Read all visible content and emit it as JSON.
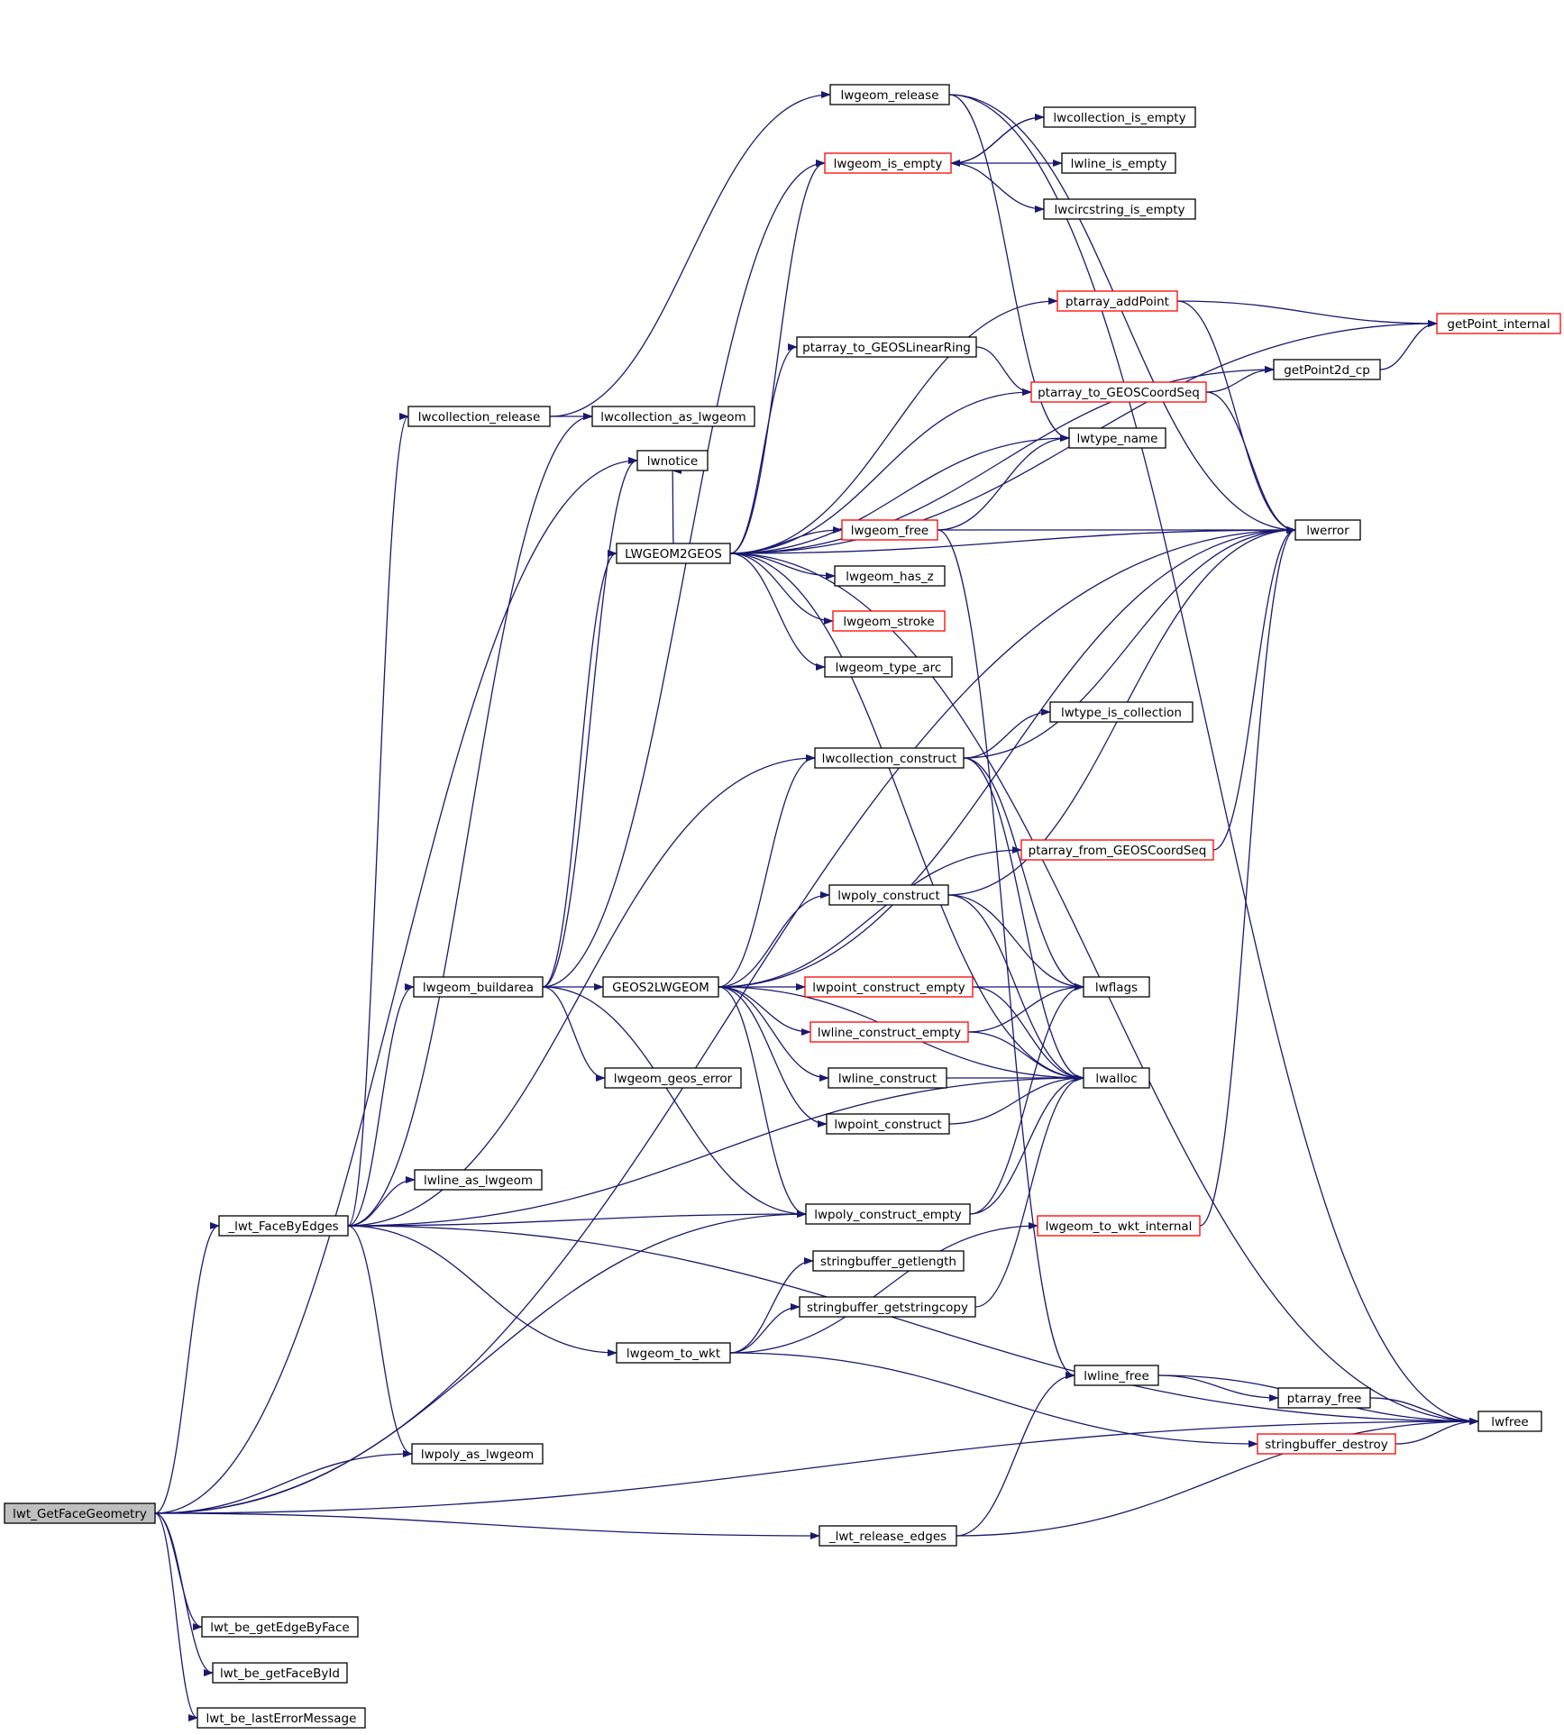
{
  "graph": {
    "type": "call-graph",
    "colors": {
      "edge": "#191970",
      "node_border": "#000000",
      "truncated_node_border": "#ff0000",
      "root_fill": "#bfbfbf"
    },
    "nodes": [
      {
        "id": "lwt_GetFaceGeometry",
        "label": "lwt_GetFaceGeometry",
        "style": "root"
      },
      {
        "id": "_lwt_FaceByEdges",
        "label": "_lwt_FaceByEdges",
        "style": "normal"
      },
      {
        "id": "lwcollection_release",
        "label": "lwcollection_release",
        "style": "normal"
      },
      {
        "id": "lwgeom_release",
        "label": "lwgeom_release",
        "style": "normal"
      },
      {
        "id": "lwcollection_is_empty",
        "label": "lwcollection_is_empty",
        "style": "normal"
      },
      {
        "id": "lwgeom_is_empty",
        "label": "lwgeom_is_empty",
        "style": "red"
      },
      {
        "id": "lwline_is_empty",
        "label": "lwline_is_empty",
        "style": "normal"
      },
      {
        "id": "lwcircstring_is_empty",
        "label": "lwcircstring_is_empty",
        "style": "normal"
      },
      {
        "id": "ptarray_addPoint",
        "label": "ptarray_addPoint",
        "style": "red"
      },
      {
        "id": "getPoint_internal",
        "label": "getPoint_internal",
        "style": "red"
      },
      {
        "id": "ptarray_to_GEOSLinearRing",
        "label": "ptarray_to_GEOSLinearRing",
        "style": "normal"
      },
      {
        "id": "getPoint2d_cp",
        "label": "getPoint2d_cp",
        "style": "normal"
      },
      {
        "id": "ptarray_to_GEOSCoordSeq",
        "label": "ptarray_to_GEOSCoordSeq",
        "style": "red"
      },
      {
        "id": "lwcollection_as_lwgeom",
        "label": "lwcollection_as_lwgeom",
        "style": "normal"
      },
      {
        "id": "lwtype_name",
        "label": "lwtype_name",
        "style": "normal"
      },
      {
        "id": "lwnotice",
        "label": "lwnotice",
        "style": "normal"
      },
      {
        "id": "lwgeom_free",
        "label": "lwgeom_free",
        "style": "red"
      },
      {
        "id": "lwerror",
        "label": "lwerror",
        "style": "normal"
      },
      {
        "id": "LWGEOM2GEOS",
        "label": "LWGEOM2GEOS",
        "style": "normal"
      },
      {
        "id": "lwgeom_has_z",
        "label": "lwgeom_has_z",
        "style": "normal"
      },
      {
        "id": "lwgeom_stroke",
        "label": "lwgeom_stroke",
        "style": "red"
      },
      {
        "id": "lwgeom_type_arc",
        "label": "lwgeom_type_arc",
        "style": "normal"
      },
      {
        "id": "lwtype_is_collection",
        "label": "lwtype_is_collection",
        "style": "normal"
      },
      {
        "id": "lwcollection_construct",
        "label": "lwcollection_construct",
        "style": "normal"
      },
      {
        "id": "ptarray_from_GEOSCoordSeq",
        "label": "ptarray_from_GEOSCoordSeq",
        "style": "red"
      },
      {
        "id": "lwpoly_construct",
        "label": "lwpoly_construct",
        "style": "normal"
      },
      {
        "id": "lwgeom_buildarea",
        "label": "lwgeom_buildarea",
        "style": "normal"
      },
      {
        "id": "GEOS2LWGEOM",
        "label": "GEOS2LWGEOM",
        "style": "normal"
      },
      {
        "id": "lwpoint_construct_empty",
        "label": "lwpoint_construct_empty",
        "style": "red"
      },
      {
        "id": "lwflags",
        "label": "lwflags",
        "style": "normal"
      },
      {
        "id": "lwline_construct_empty",
        "label": "lwline_construct_empty",
        "style": "red"
      },
      {
        "id": "lwgeom_geos_error",
        "label": "lwgeom_geos_error",
        "style": "normal"
      },
      {
        "id": "lwline_construct",
        "label": "lwline_construct",
        "style": "normal"
      },
      {
        "id": "lwalloc",
        "label": "lwalloc",
        "style": "normal"
      },
      {
        "id": "lwpoint_construct",
        "label": "lwpoint_construct",
        "style": "normal"
      },
      {
        "id": "lwline_as_lwgeom",
        "label": "lwline_as_lwgeom",
        "style": "normal"
      },
      {
        "id": "lwpoly_construct_empty",
        "label": "lwpoly_construct_empty",
        "style": "normal"
      },
      {
        "id": "lwgeom_to_wkt_internal",
        "label": "lwgeom_to_wkt_internal",
        "style": "red"
      },
      {
        "id": "stringbuffer_getlength",
        "label": "stringbuffer_getlength",
        "style": "normal"
      },
      {
        "id": "stringbuffer_getstringcopy",
        "label": "stringbuffer_getstringcopy",
        "style": "normal"
      },
      {
        "id": "lwgeom_to_wkt",
        "label": "lwgeom_to_wkt",
        "style": "normal"
      },
      {
        "id": "lwline_free",
        "label": "lwline_free",
        "style": "normal"
      },
      {
        "id": "ptarray_free",
        "label": "ptarray_free",
        "style": "normal"
      },
      {
        "id": "lwfree",
        "label": "lwfree",
        "style": "normal"
      },
      {
        "id": "stringbuffer_destroy",
        "label": "stringbuffer_destroy",
        "style": "red"
      },
      {
        "id": "lwpoly_as_lwgeom",
        "label": "lwpoly_as_lwgeom",
        "style": "normal"
      },
      {
        "id": "_lwt_release_edges",
        "label": "_lwt_release_edges",
        "style": "normal"
      },
      {
        "id": "lwt_be_getEdgeByFace",
        "label": "lwt_be_getEdgeByFace",
        "style": "normal"
      },
      {
        "id": "lwt_be_getFaceById",
        "label": "lwt_be_getFaceById",
        "style": "normal"
      },
      {
        "id": "lwt_be_lastErrorMessage",
        "label": "lwt_be_lastErrorMessage",
        "style": "normal"
      }
    ],
    "edges": [
      [
        "lwt_GetFaceGeometry",
        "_lwt_FaceByEdges"
      ],
      [
        "lwt_GetFaceGeometry",
        "lwerror"
      ],
      [
        "lwt_GetFaceGeometry",
        "lwnotice"
      ],
      [
        "lwt_GetFaceGeometry",
        "lwpoly_as_lwgeom"
      ],
      [
        "lwt_GetFaceGeometry",
        "lwpoly_construct_empty"
      ],
      [
        "lwt_GetFaceGeometry",
        "_lwt_release_edges"
      ],
      [
        "lwt_GetFaceGeometry",
        "lwfree"
      ],
      [
        "lwt_GetFaceGeometry",
        "lwt_be_getEdgeByFace"
      ],
      [
        "lwt_GetFaceGeometry",
        "lwt_be_getFaceById"
      ],
      [
        "lwt_GetFaceGeometry",
        "lwt_be_lastErrorMessage"
      ],
      [
        "_lwt_FaceByEdges",
        "lwcollection_release"
      ],
      [
        "_lwt_FaceByEdges",
        "lwcollection_as_lwgeom"
      ],
      [
        "_lwt_FaceByEdges",
        "lwcollection_construct"
      ],
      [
        "_lwt_FaceByEdges",
        "lwgeom_buildarea"
      ],
      [
        "_lwt_FaceByEdges",
        "lwline_as_lwgeom"
      ],
      [
        "_lwt_FaceByEdges",
        "lwpoly_construct_empty"
      ],
      [
        "_lwt_FaceByEdges",
        "lwgeom_to_wkt"
      ],
      [
        "_lwt_FaceByEdges",
        "lwalloc"
      ],
      [
        "_lwt_FaceByEdges",
        "lwfree"
      ],
      [
        "_lwt_FaceByEdges",
        "lwpoly_as_lwgeom"
      ],
      [
        "lwcollection_release",
        "lwgeom_release"
      ],
      [
        "lwcollection_release",
        "lwcollection_as_lwgeom"
      ],
      [
        "lwgeom_release",
        "lwfree"
      ],
      [
        "lwgeom_release",
        "lwerror"
      ],
      [
        "lwgeom_release",
        "lwtype_name"
      ],
      [
        "lwgeom_is_empty",
        "lwcollection_is_empty"
      ],
      [
        "lwgeom_is_empty",
        "lwline_is_empty"
      ],
      [
        "lwgeom_is_empty",
        "lwcircstring_is_empty"
      ],
      [
        "lwcollection_is_empty",
        "lwgeom_is_empty"
      ],
      [
        "ptarray_addPoint",
        "getPoint_internal"
      ],
      [
        "ptarray_addPoint",
        "lwerror"
      ],
      [
        "ptarray_to_GEOSLinearRing",
        "ptarray_to_GEOSCoordSeq"
      ],
      [
        "ptarray_to_GEOSCoordSeq",
        "getPoint2d_cp"
      ],
      [
        "ptarray_to_GEOSCoordSeq",
        "lwerror"
      ],
      [
        "getPoint2d_cp",
        "getPoint_internal"
      ],
      [
        "lwgeom_free",
        "lwerror"
      ],
      [
        "lwgeom_free",
        "lwtype_name"
      ],
      [
        "lwgeom_free",
        "lwline_free"
      ],
      [
        "LWGEOM2GEOS",
        "lwgeom_is_empty"
      ],
      [
        "LWGEOM2GEOS",
        "getPoint_internal"
      ],
      [
        "LWGEOM2GEOS",
        "ptarray_addPoint"
      ],
      [
        "LWGEOM2GEOS",
        "getPoint2d_cp"
      ],
      [
        "LWGEOM2GEOS",
        "ptarray_to_GEOSLinearRing"
      ],
      [
        "LWGEOM2GEOS",
        "ptarray_to_GEOSCoordSeq"
      ],
      [
        "LWGEOM2GEOS",
        "lwtype_name"
      ],
      [
        "LWGEOM2GEOS",
        "lwnotice"
      ],
      [
        "LWGEOM2GEOS",
        "lwerror"
      ],
      [
        "LWGEOM2GEOS",
        "lwgeom_free"
      ],
      [
        "LWGEOM2GEOS",
        "lwgeom_has_z"
      ],
      [
        "LWGEOM2GEOS",
        "lwgeom_stroke"
      ],
      [
        "LWGEOM2GEOS",
        "lwgeom_type_arc"
      ],
      [
        "LWGEOM2GEOS",
        "lwfree"
      ],
      [
        "LWGEOM2GEOS",
        "lwalloc"
      ],
      [
        "lwcollection_construct",
        "lwtype_is_collection"
      ],
      [
        "lwcollection_construct",
        "lwerror"
      ],
      [
        "lwcollection_construct",
        "lwflags"
      ],
      [
        "lwcollection_construct",
        "lwalloc"
      ],
      [
        "ptarray_from_GEOSCoordSeq",
        "lwerror"
      ],
      [
        "lwpoly_construct",
        "lwerror"
      ],
      [
        "lwpoly_construct",
        "lwflags"
      ],
      [
        "lwpoly_construct",
        "lwalloc"
      ],
      [
        "lwgeom_buildarea",
        "LWGEOM2GEOS"
      ],
      [
        "lwgeom_buildarea",
        "GEOS2LWGEOM"
      ],
      [
        "lwgeom_buildarea",
        "lwgeom_is_empty"
      ],
      [
        "lwgeom_buildarea",
        "lwnotice"
      ],
      [
        "lwgeom_buildarea",
        "lwgeom_geos_error"
      ],
      [
        "lwgeom_buildarea",
        "lwpoly_construct_empty"
      ],
      [
        "GEOS2LWGEOM",
        "lwcollection_construct"
      ],
      [
        "GEOS2LWGEOM",
        "ptarray_from_GEOSCoordSeq"
      ],
      [
        "GEOS2LWGEOM",
        "lwpoly_construct"
      ],
      [
        "GEOS2LWGEOM",
        "lwerror"
      ],
      [
        "GEOS2LWGEOM",
        "lwpoint_construct_empty"
      ],
      [
        "GEOS2LWGEOM",
        "lwline_construct_empty"
      ],
      [
        "GEOS2LWGEOM",
        "lwline_construct"
      ],
      [
        "GEOS2LWGEOM",
        "lwpoint_construct"
      ],
      [
        "GEOS2LWGEOM",
        "lwpoly_construct_empty"
      ],
      [
        "GEOS2LWGEOM",
        "lwalloc"
      ],
      [
        "lwpoint_construct_empty",
        "lwflags"
      ],
      [
        "lwpoint_construct_empty",
        "lwalloc"
      ],
      [
        "lwline_construct_empty",
        "lwflags"
      ],
      [
        "lwline_construct_empty",
        "lwalloc"
      ],
      [
        "lwline_construct",
        "lwalloc"
      ],
      [
        "lwpoint_construct",
        "lwalloc"
      ],
      [
        "lwpoly_construct_empty",
        "lwflags"
      ],
      [
        "lwpoly_construct_empty",
        "lwalloc"
      ],
      [
        "lwgeom_to_wkt_internal",
        "lwerror"
      ],
      [
        "stringbuffer_getstringcopy",
        "lwalloc"
      ],
      [
        "lwgeom_to_wkt",
        "stringbuffer_getlength"
      ],
      [
        "lwgeom_to_wkt",
        "stringbuffer_getstringcopy"
      ],
      [
        "lwgeom_to_wkt",
        "lwgeom_to_wkt_internal"
      ],
      [
        "lwgeom_to_wkt",
        "stringbuffer_destroy"
      ],
      [
        "lwline_free",
        "ptarray_free"
      ],
      [
        "lwline_free",
        "lwfree"
      ],
      [
        "ptarray_free",
        "lwfree"
      ],
      [
        "stringbuffer_destroy",
        "lwfree"
      ],
      [
        "_lwt_release_edges",
        "lwline_free"
      ],
      [
        "_lwt_release_edges",
        "lwfree"
      ]
    ]
  }
}
